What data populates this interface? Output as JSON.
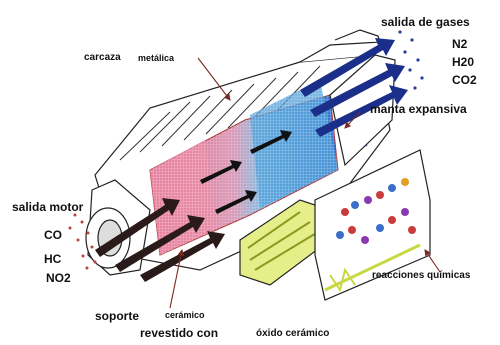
{
  "labels": {
    "carcaza": "carcaza",
    "metalica": "metálica",
    "salida_de_gases": "salida de gases",
    "gas_n2": "N2",
    "gas_h2o": "H20",
    "gas_co2": "CO2",
    "manta_expansiva": "manta expansiva",
    "salida_motor": "salida motor",
    "gas_co": "CO",
    "gas_hc": "HC",
    "gas_no2": "NO2",
    "soporte": "soporte",
    "ceramico": "cerámico",
    "revestido_con": "revestido con",
    "oxido_ceramico": "óxido cerámico",
    "reacciones_quimicas": "reacciones químicas"
  },
  "colors": {
    "inlet_zone": "#e98aa6",
    "mid_zone": "#4f9ed8",
    "outlet_zone": "#3a5fc4",
    "arrow_inlet": "#2a1a1a",
    "arrow_outlet": "#1b2f8a",
    "catalyst_panel": "#d9e66a",
    "leader_line": "#7a2a20"
  }
}
